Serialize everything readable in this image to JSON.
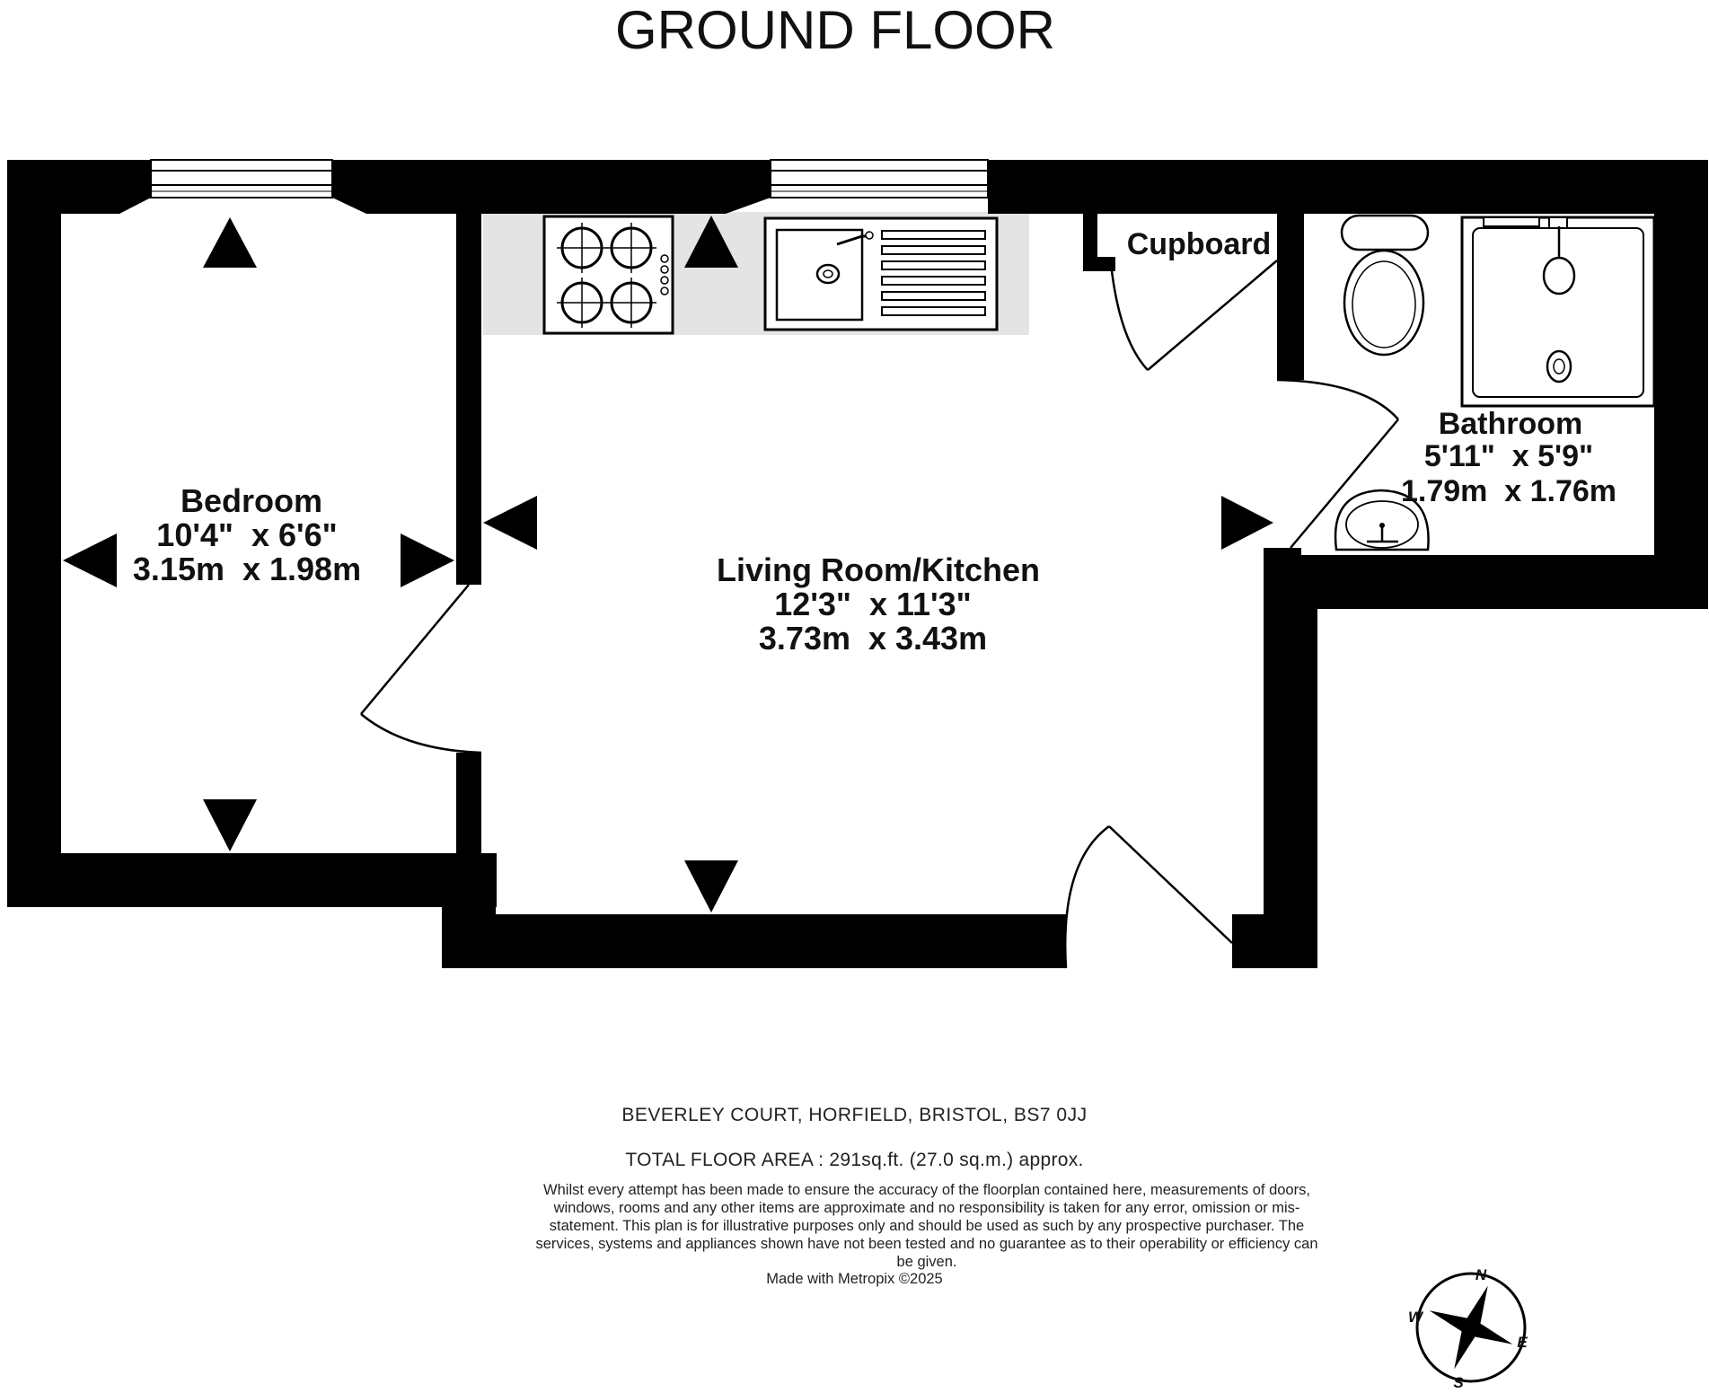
{
  "title": "GROUND FLOOR",
  "rooms": [
    {
      "name": "Bedroom",
      "imperial": "10'4\"  x 6'6\"",
      "metric": "3.15m  x 1.98m"
    },
    {
      "name": "Living Room/Kitchen",
      "imperial": "12'3\"  x 11'3\"",
      "metric": "3.73m  x 3.43m"
    },
    {
      "name": "Bathroom",
      "imperial": "5'11\"  x 5'9\"",
      "metric": "1.79m  x 1.76m"
    },
    {
      "name": "Cupboard"
    }
  ],
  "address": "BEVERLEY COURT, HORFIELD, BRISTOL, BS7 0JJ",
  "total_area": "TOTAL FLOOR AREA : 291sq.ft. (27.0 sq.m.) approx.",
  "disclaimer": "Whilst every attempt has been made to ensure the accuracy of the floorplan contained here, measurements of doors, windows, rooms and any other items are approximate and no responsibility is taken for any error, omission or mis-statement. This plan is for illustrative purposes only and should be used as such by any prospective purchaser. The services, systems and appliances shown have not been tested and no guarantee as to their operability or efficiency can be given.",
  "made_with": "Made with Metropix ©2025",
  "compass": {
    "n": "N",
    "e": "E",
    "s": "S",
    "w": "W"
  },
  "colors": {
    "wall": "#000000",
    "worktop": "#e4e4e4",
    "background": "#ffffff"
  },
  "icons": [
    "hob-icon",
    "sink-icon",
    "toilet-icon",
    "shower-tray-icon",
    "basin-icon",
    "compass-rose-icon"
  ]
}
